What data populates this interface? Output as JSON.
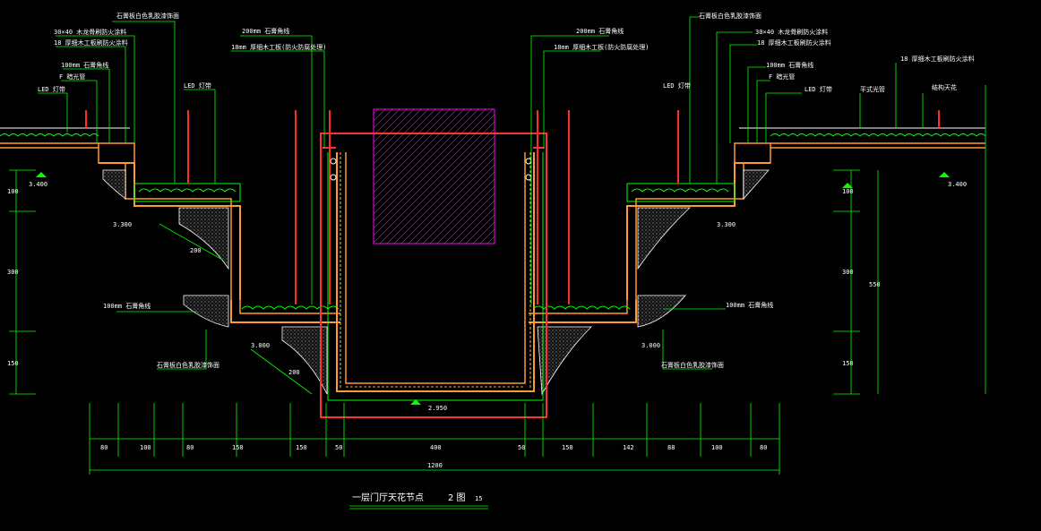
{
  "drawing": {
    "title": "一层门厅天花节点",
    "sheet": "2 图",
    "scale": "15",
    "colors": {
      "line": "#00ff00",
      "text": "#ffffff",
      "structure": "#ff9933",
      "hatch": "#ff00ff",
      "highlight": "#ff3030",
      "cyan": "#00ffff",
      "fixture": "#ff2a2a"
    }
  },
  "annotations_left": {
    "a1": "石膏板白色乳胶漆饰面",
    "a2": "30×40 木龙骨刷防火涂料",
    "a3": "18 厚细木工板刷防火涂料",
    "a4": "100mm 石膏角线",
    "a5": "F 暗光管",
    "a6": "LED 灯带",
    "a7": "LED 灯带",
    "a8": "100mm 石膏角线",
    "a9": "石膏板白色乳胶漆饰面"
  },
  "annotations_center": {
    "c1": "200mm 石膏角线",
    "c2": "18mm 厚细木工板(防火防腐处理)",
    "c3": "200mm 石膏角线",
    "c4": "18mm 厚细木工板(防火防腐处理)"
  },
  "annotations_right": {
    "r1": "石膏板白色乳胶漆饰面",
    "r2": "30×40 木龙骨刷防火涂料",
    "r3": "18 厚细木工板刷防火涂料",
    "r4": "100mm 石膏角线",
    "r5": "F 暗光管",
    "r6": "LED 灯带",
    "r7": "平式光管",
    "r8": "18 厚细木工板刷防火涂料",
    "r9": "结构天花",
    "r10": "100mm 石膏角线",
    "r11": "石膏板白色乳胶漆饰面"
  },
  "levels": {
    "left_top": "3.400",
    "left_mid": "3.300",
    "left_low": "3.000",
    "right_top": "3.400",
    "right_mid": "3.300",
    "right_low": "3.000",
    "center": "2.950"
  },
  "vertical_dims_left": {
    "d1": "100",
    "d2": "300",
    "d3": "150"
  },
  "vertical_dims_right": {
    "d1": "100",
    "d2": "300",
    "d3": "150",
    "total": "550"
  },
  "diag_dims": {
    "left1": "200",
    "left2": "200"
  },
  "bottom_dims": {
    "segments": [
      "80",
      "100",
      "80",
      "150",
      "150",
      "50",
      "400",
      "50",
      "150",
      "142",
      "88",
      "100",
      "80"
    ],
    "total": "1200"
  }
}
